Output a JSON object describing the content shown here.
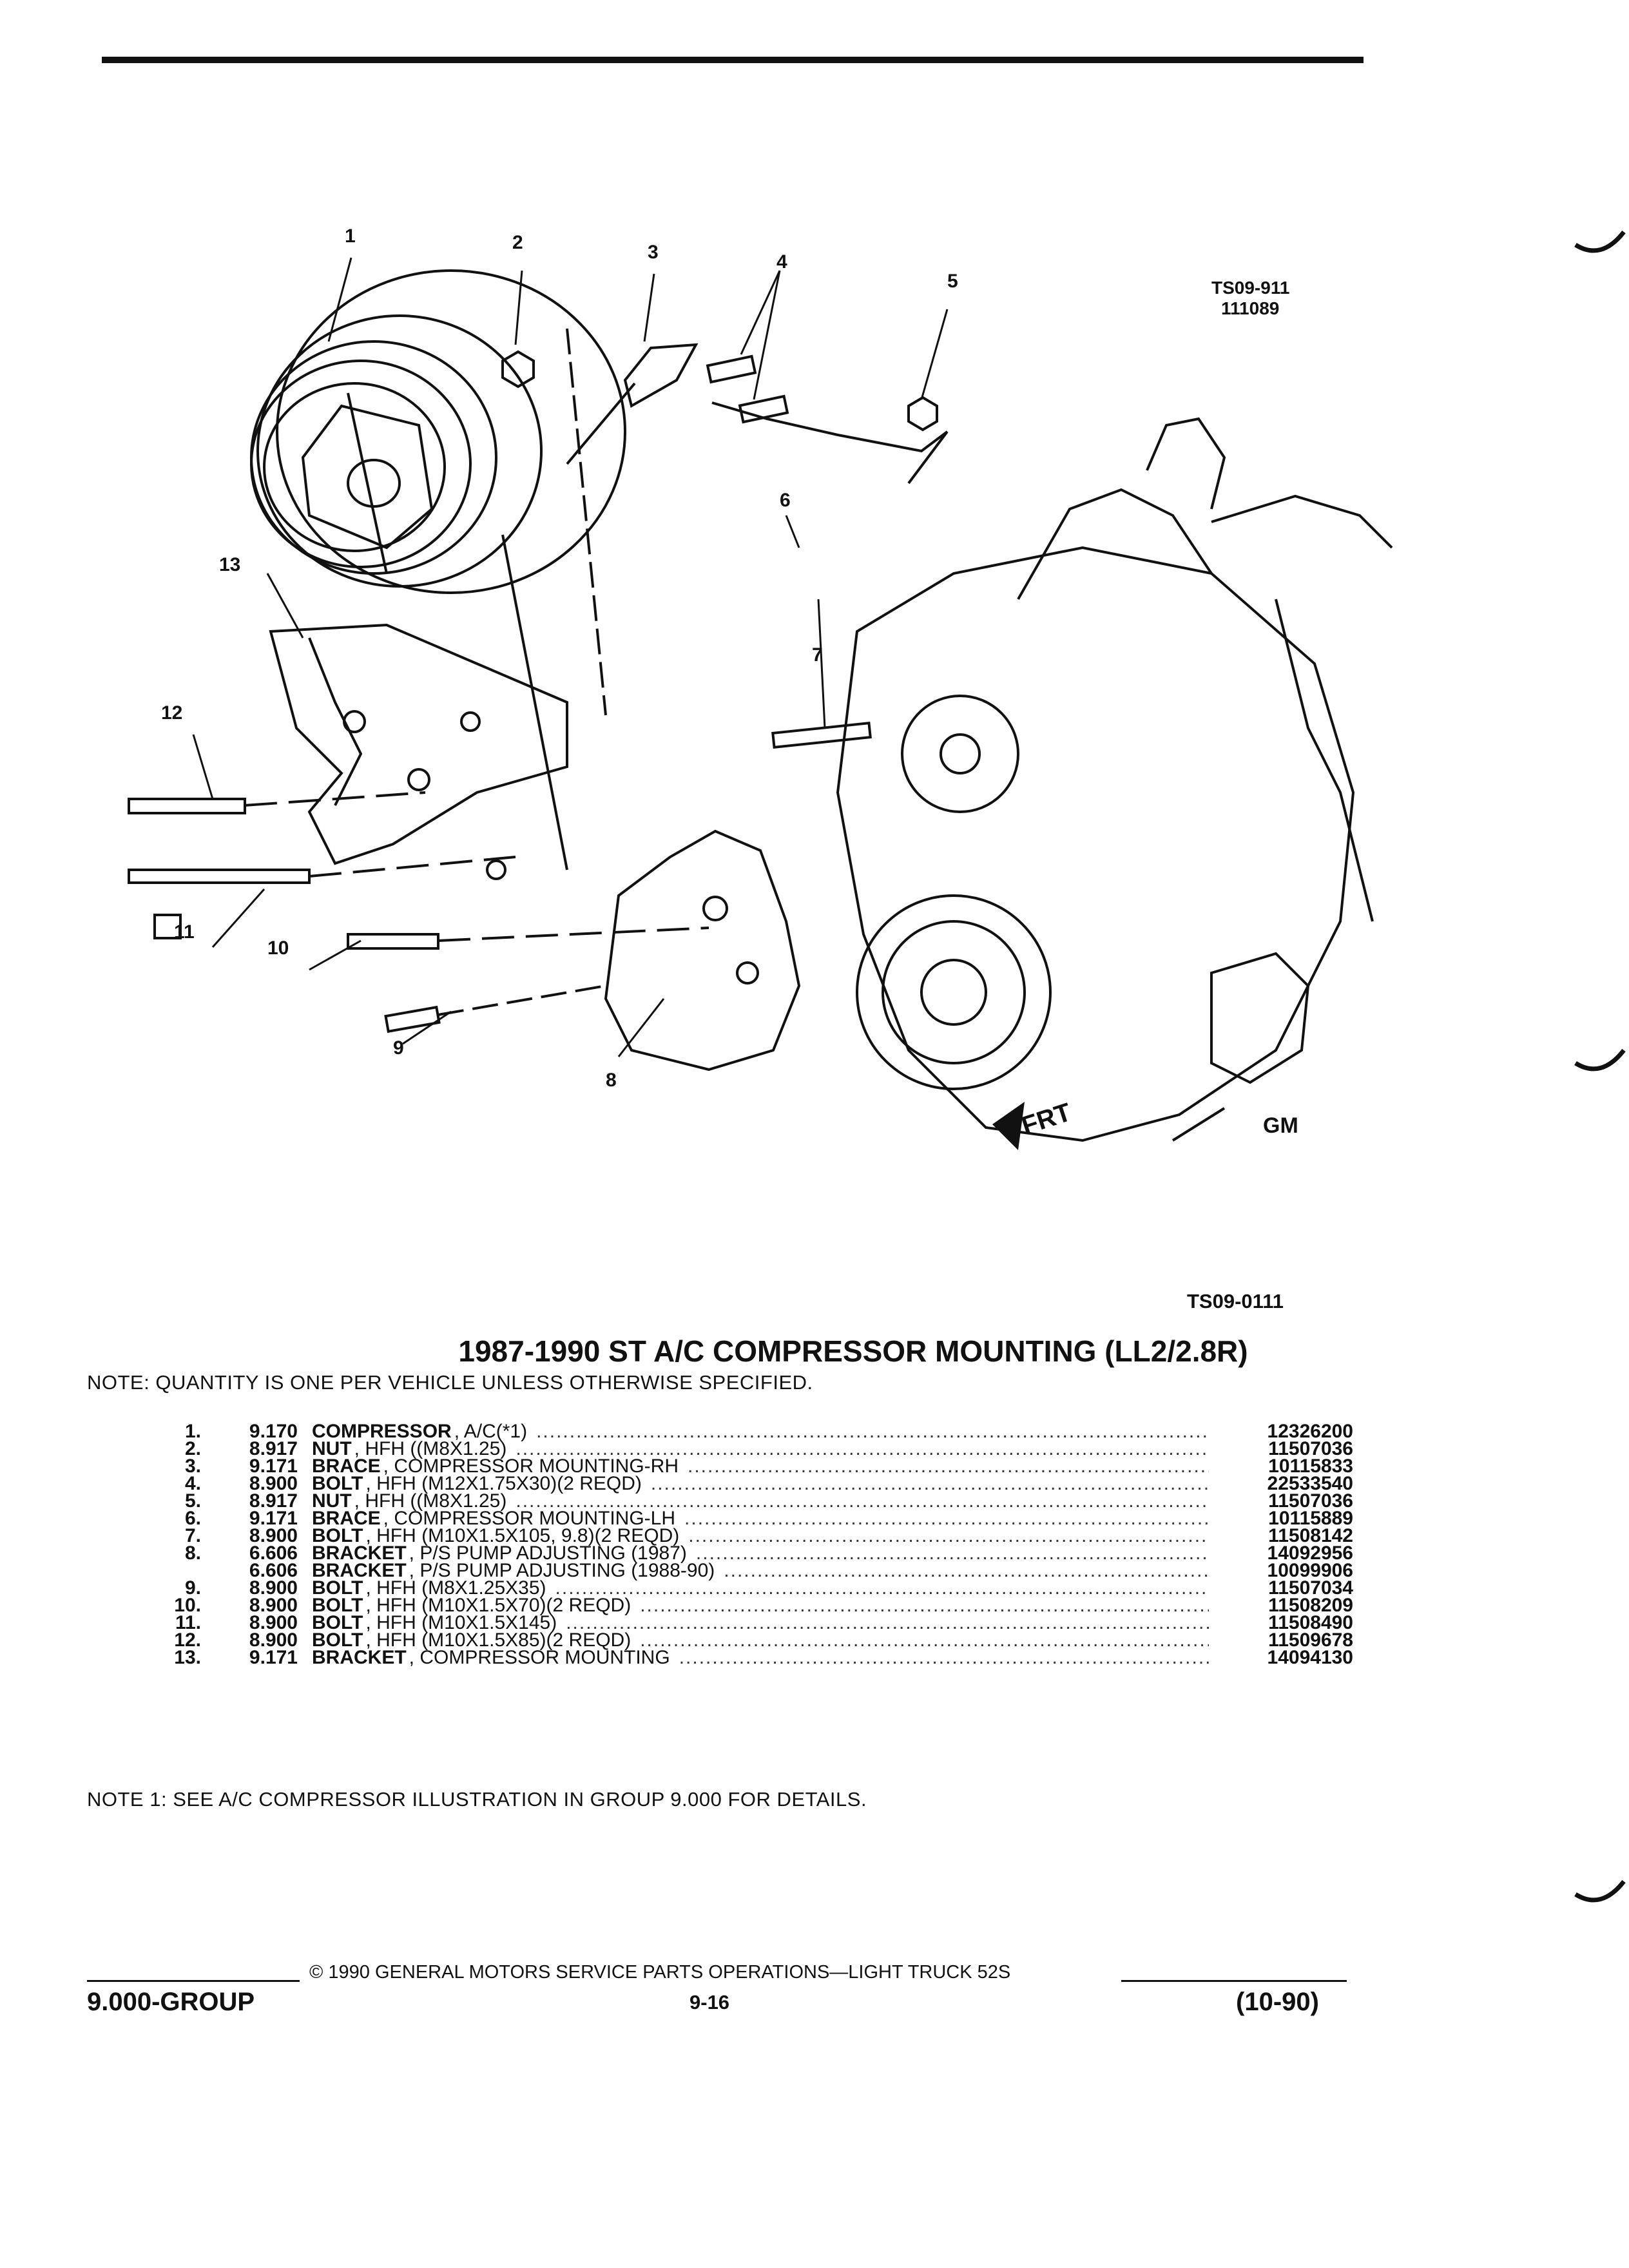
{
  "figure": {
    "code_top": "TS09-911",
    "code_date": "111089",
    "code_bottom": "TS09-0111",
    "front_label": "FRT",
    "logo": "GM",
    "callouts": [
      "1",
      "2",
      "3",
      "4",
      "5",
      "6",
      "7",
      "8",
      "9",
      "10",
      "11",
      "12",
      "13"
    ]
  },
  "title": "1987-1990 ST A/C COMPRESSOR MOUNTING (LL2/2.8R)",
  "note": "NOTE:  QUANTITY IS ONE PER VEHICLE UNLESS OTHERWISE SPECIFIED.",
  "parts": [
    {
      "num": "1.",
      "group": "9.170",
      "name": "COMPRESSOR",
      "desc": ", A/C(*1)",
      "part": "12326200"
    },
    {
      "num": "2.",
      "group": "8.917",
      "name": "NUT",
      "desc": ", HFH ((M8X1.25)",
      "part": "11507036"
    },
    {
      "num": "3.",
      "group": "9.171",
      "name": "BRACE",
      "desc": ", COMPRESSOR MOUNTING-RH",
      "part": "10115833"
    },
    {
      "num": "4.",
      "group": "8.900",
      "name": "BOLT",
      "desc": ", HFH (M12X1.75X30)(2 REQD)",
      "part": "22533540"
    },
    {
      "num": "5.",
      "group": "8.917",
      "name": "NUT",
      "desc": ", HFH ((M8X1.25)",
      "part": "11507036"
    },
    {
      "num": "6.",
      "group": "9.171",
      "name": "BRACE",
      "desc": ", COMPRESSOR MOUNTING-LH",
      "part": "10115889"
    },
    {
      "num": "7.",
      "group": "8.900",
      "name": "BOLT",
      "desc": ", HFH (M10X1.5X105, 9.8)(2 REQD)",
      "part": "11508142"
    },
    {
      "num": "8.",
      "group": "6.606",
      "name": "BRACKET",
      "desc": ", P/S PUMP ADJUSTING (1987)",
      "part": "14092956"
    },
    {
      "num": "",
      "group": "6.606",
      "name": "BRACKET",
      "desc": ", P/S PUMP ADJUSTING (1988-90)",
      "part": "10099906"
    },
    {
      "num": "9.",
      "group": "8.900",
      "name": "BOLT",
      "desc": ", HFH (M8X1.25X35)",
      "part": "11507034"
    },
    {
      "num": "10.",
      "group": "8.900",
      "name": "BOLT",
      "desc": ", HFH (M10X1.5X70)(2 REQD)",
      "part": "11508209"
    },
    {
      "num": "11.",
      "group": "8.900",
      "name": "BOLT",
      "desc": ", HFH (M10X1.5X145)",
      "part": "11508490"
    },
    {
      "num": "12.",
      "group": "8.900",
      "name": "BOLT",
      "desc": ", HFH (M10X1.5X85)(2 REQD)",
      "part": "11509678"
    },
    {
      "num": "13.",
      "group": "9.171",
      "name": "BRACKET",
      "desc": ", COMPRESSOR MOUNTING",
      "part": "14094130"
    }
  ],
  "note1": "NOTE  1:  SEE A/C COMPRESSOR ILLUSTRATION IN GROUP 9.000 FOR DETAILS.",
  "footer": {
    "copyright": "©  1990  GENERAL MOTORS SERVICE PARTS OPERATIONS—LIGHT TRUCK 52S",
    "group": "9.000-GROUP",
    "page": "9-16",
    "date": "(10-90)"
  }
}
